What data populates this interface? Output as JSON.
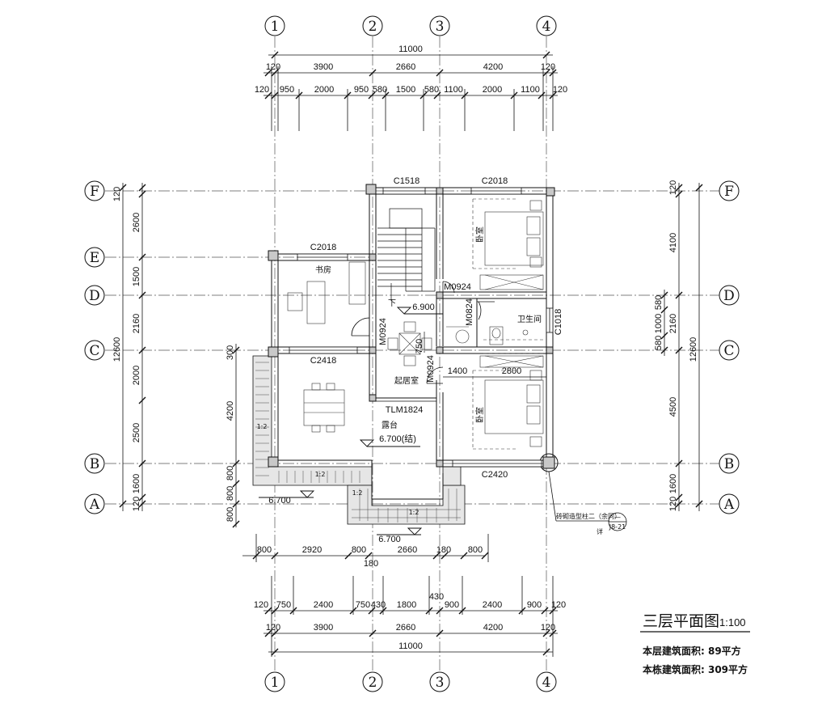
{
  "axes": {
    "columns": [
      "1",
      "2",
      "3",
      "4"
    ],
    "rows": [
      "F",
      "E",
      "D",
      "C",
      "B",
      "A"
    ]
  },
  "dims": {
    "top_total": "11000",
    "top_bays": [
      "120",
      "3900",
      "2660",
      "4200",
      "120"
    ],
    "top_detail": [
      "120",
      "950",
      "2000",
      "950",
      "580",
      "1500",
      "580",
      "1100",
      "2000",
      "1100",
      "120"
    ],
    "bottom_total": "11000",
    "bottom_bays": [
      "120",
      "3900",
      "2660",
      "4200",
      "120"
    ],
    "bottom_detail": [
      "120",
      "750",
      "2400",
      "750",
      "430",
      "1800",
      "430",
      "900",
      "2400",
      "900",
      "120"
    ],
    "bottom_extra": [
      "800",
      "2920",
      "800",
      "2660",
      "180",
      "800",
      "180"
    ],
    "left_total": "12600",
    "left_spans": [
      "120",
      "2600",
      "1500",
      "2160",
      "2000",
      "2500",
      "1600",
      "120"
    ],
    "left_terrace": [
      "300",
      "4200",
      "800",
      "800",
      "800"
    ],
    "right_total": "12600",
    "right_spans": [
      "120",
      "4100",
      "2160",
      "4500",
      "1600",
      "120"
    ],
    "right_small": [
      "580",
      "1000",
      "580"
    ],
    "interior": [
      "1400",
      "2800",
      "750"
    ]
  },
  "labels": {
    "windows": [
      "C1518",
      "C2018",
      "C2018",
      "C2418",
      "C1018",
      "C2420"
    ],
    "doors": [
      "M0924",
      "M0824",
      "M0924",
      "M0924",
      "TLM1824"
    ],
    "rooms": {
      "study": "书房",
      "bedroom_top": "卧室",
      "bedroom_bottom": "卧室",
      "bath": "卫生间",
      "living": "起居室",
      "terrace": "露台"
    },
    "down": "下",
    "elevations": [
      "6.900",
      "6.700(结)",
      "6.700",
      "6.700"
    ],
    "notes": [
      "砖砌造型柱二（余同）",
      "详",
      "—",
      "J8-21",
      "1:2",
      "1:2",
      "1:2",
      "1:2"
    ]
  },
  "title": {
    "name": "三层平面图",
    "scale": "1:100",
    "floor_area": "本层建筑面积: 89平方",
    "total_area": "本栋建筑面积: 309平方"
  },
  "colors": {
    "ink": "#111111",
    "axis": "#555555",
    "wall_fill": "#c8c8c8"
  }
}
